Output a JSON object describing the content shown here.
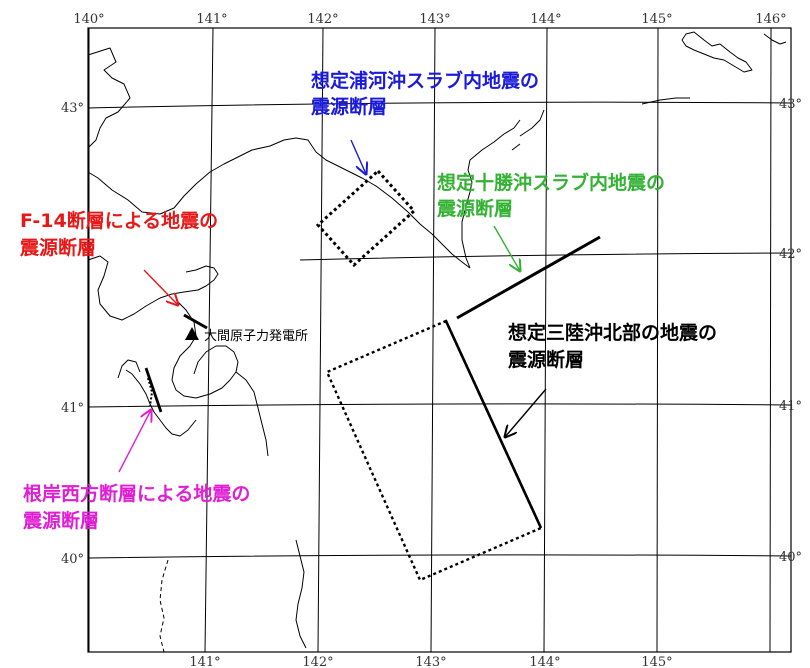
{
  "longitude_ticks_top": [
    "140°",
    "141°",
    "142°",
    "143°",
    "144°",
    "145°",
    "146°"
  ],
  "longitude_ticks_bottom": [
    "141°",
    "142°",
    "143°",
    "144°",
    "145°"
  ],
  "latitude_ticks_left": [
    "43°",
    "41°",
    "40°"
  ],
  "latitude_ticks_right": [
    "43°",
    "42°",
    "41°",
    "40°"
  ],
  "power_plant": {
    "label": "大間原子力発電所",
    "marker_color": "#000000"
  },
  "annotations": {
    "urakawa": {
      "line1": "想定浦河沖スラブ内地震の",
      "line2": "震源断層",
      "color": "#1a1adc"
    },
    "tokachi": {
      "line1": "想定十勝沖スラブ内地震の",
      "line2": "震源断層",
      "color": "#33b233"
    },
    "f14": {
      "line1": "F-14断層による地震の",
      "line2": "震源断層",
      "color": "#e81818"
    },
    "sanriku": {
      "line1": "想定三陸沖北部の地震の",
      "line2": "震源断層",
      "color": "#000000"
    },
    "negishi": {
      "line1": "根岸西方断層による地震の",
      "line2": "震源断層",
      "color": "#e01ed4"
    }
  },
  "arrow_colors": {
    "urakawa": "#1a1adc",
    "tokachi": "#33b233",
    "f14": "#e81818",
    "sanriku": "#000000",
    "negishi": "#e01ed4"
  }
}
